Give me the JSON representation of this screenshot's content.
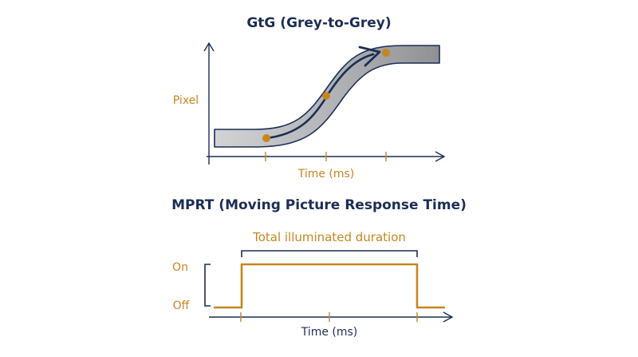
{
  "gtg": {
    "title": "GtG (Grey-to-Grey)",
    "y_label": "Pixel",
    "x_label": "Time (ms)"
  },
  "mprt": {
    "title": "MPRT (Moving Picture Response Time)",
    "bracket_label": "Total illuminated duration",
    "state_on": "On",
    "state_off": "Off",
    "x_label": "Time (ms)"
  },
  "colors": {
    "navy": "#1c2e55",
    "gold": "#c6861f",
    "grey_band": "#a9abae"
  }
}
